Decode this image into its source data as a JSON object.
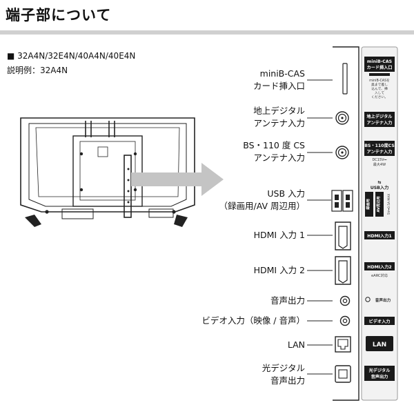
{
  "page": {
    "title": "端子部について",
    "models": "■ 32A4N/32E4N/40A4N/40E4N",
    "example": "説明例：32A4N"
  },
  "labels": {
    "minib_cas": [
      "miniB-CAS",
      "カード挿入口"
    ],
    "terrestrial": [
      "地上デジタル",
      "アンテナ入力"
    ],
    "bs_cs": [
      "BS・110 度 CS",
      "アンテナ入力"
    ],
    "usb": [
      "USB 入力",
      "（録画用/AV 周辺用）"
    ],
    "hdmi1": "HDMI 入力 1",
    "hdmi2": "HDMI 入力 2",
    "audio_out": "音声出力",
    "video_in": "ビデオ入力（映像 / 音声）",
    "lan": "LAN",
    "optical": [
      "光デジタル",
      "音声出力"
    ]
  },
  "side_labels": {
    "minib_cas": [
      "miniB-CAS",
      "カード挿入口",
      "miniB-CASを",
      "奥まで差し",
      "込んで、挿",
      "入して",
      "ください。"
    ],
    "terrestrial": [
      "地上デジタル",
      "アンテナ入力"
    ],
    "bs_cs": [
      "BS・110度CS",
      "アンテナ入力",
      "DC15V⎓",
      "最大4W"
    ],
    "usb": [
      "USB入力"
    ],
    "usb_rec": "録画用",
    "usb_av": "AV周辺用",
    "usb_spec": "5V⎓0.5A MAX",
    "hdmi1": "HDMI入力1",
    "hdmi2": "HDMI入力2",
    "hdmi2_note": "eARC対応",
    "audio_out": "音声出力",
    "video_in": "ビデオ入力",
    "lan": "LAN",
    "optical": [
      "光デジタル",
      "音声出力"
    ]
  },
  "colors": {
    "black": "#1a1a1a",
    "rule": "#d0d0d0",
    "arrow": "#c4c4c4",
    "panel": "#f2f2f2"
  }
}
